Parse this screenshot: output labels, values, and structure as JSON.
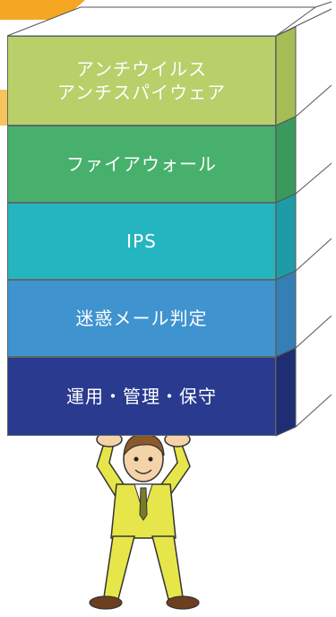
{
  "stack": {
    "layers": [
      {
        "line1": "アンチウイルス",
        "line2": "アンチスパイウェア",
        "color": "#b8cf6a"
      },
      {
        "line1": "ファイアウォール",
        "color": "#46b06c"
      },
      {
        "line1": "IPS",
        "color": "#25b5c0"
      },
      {
        "line1": "迷惑メール判定",
        "color": "#3f93cf"
      },
      {
        "line1": "運用・管理・保守",
        "color": "#2a3a8f"
      }
    ]
  },
  "colors": {
    "banner": "#f5a623",
    "figure_suit": "#e6e64a",
    "figure_skin": "#f5d3a8",
    "figure_hair": "#8b5a2b",
    "figure_shoes": "#6b3f1f"
  }
}
